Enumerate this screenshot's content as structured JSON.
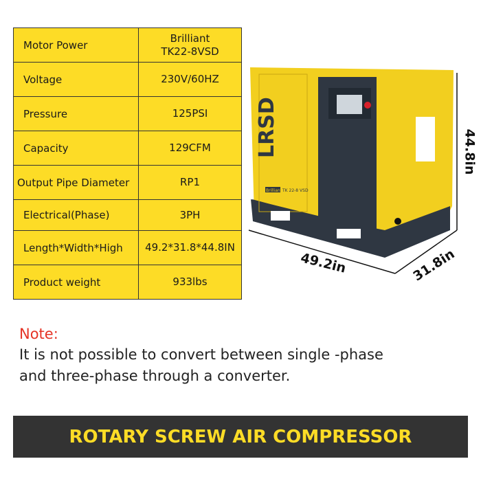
{
  "specs": [
    {
      "label": "Motor Power",
      "value": "Brilliant\nTK22-8VSD"
    },
    {
      "label": "Voltage",
      "value": "230V/60HZ"
    },
    {
      "label": "Pressure",
      "value": "125PSI"
    },
    {
      "label": "Capacity",
      "value": "129CFM"
    },
    {
      "label": "Output Pipe Diameter",
      "value": "RP1"
    },
    {
      "label": "Electrical(Phase)",
      "value": "3PH"
    },
    {
      "label": "Length*Width*High",
      "value": "49.2*31.8*44.8IN"
    },
    {
      "label": "Product weight",
      "value": "933lbs"
    }
  ],
  "product": {
    "brand_logo": "LRSD",
    "series": "Brilliant",
    "model": "TK 22-8 VSD"
  },
  "dimensions": {
    "length": "49.2in",
    "width": "31.8in",
    "height": "44.8in"
  },
  "note": {
    "title": "Note:",
    "line1": "It is not possible to convert between single -phase",
    "line2": "and three-phase through a converter."
  },
  "banner": "ROTARY SCREW AIR COMPRESSOR",
  "colors": {
    "yellow": "#fddc26",
    "dark": "#333333",
    "note_red": "#e53325"
  }
}
